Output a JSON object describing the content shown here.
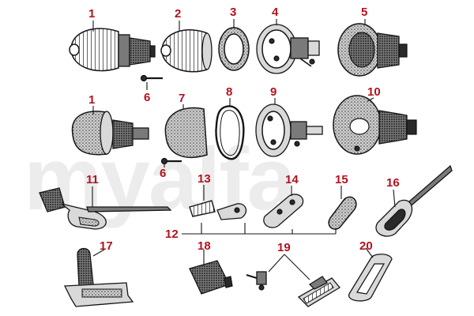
{
  "watermark": "myalfa",
  "labels": [
    "1",
    "2",
    "3",
    "4",
    "5",
    "1",
    "6",
    "7",
    "8",
    "9",
    "10",
    "6",
    "11",
    "13",
    "14",
    "15",
    "16",
    "12",
    "17",
    "18",
    "19",
    "20"
  ],
  "colors": {
    "label": "#b3121e",
    "ink": "#151515",
    "watermark": "#ececec"
  }
}
